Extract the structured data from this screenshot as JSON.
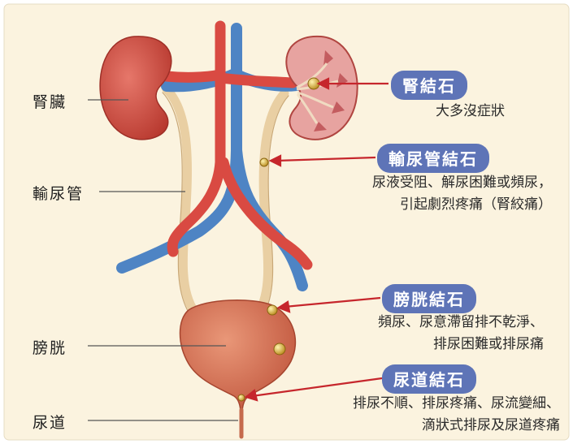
{
  "labels": {
    "kidney": "腎臟",
    "ureter": "輸尿管",
    "bladder": "膀胱",
    "urethra": "尿道"
  },
  "stones": [
    {
      "title": "腎結石",
      "lines": [
        "大多沒症狀"
      ]
    },
    {
      "title": "輸尿管結石",
      "lines": [
        "尿液受阻、解尿困難或頻尿，",
        "引起劇烈疼痛（腎絞痛）"
      ]
    },
    {
      "title": "膀胱結石",
      "lines": [
        "頻尿、尿意滯留排不乾淨、",
        "排尿困難或排尿痛"
      ]
    },
    {
      "title": "尿道結石",
      "lines": [
        "排尿不順、排尿疼痛、尿流變細、",
        "滴狀式排尿及尿道疼痛"
      ]
    }
  ],
  "colors": {
    "background": "#fbf3df",
    "artery": "#d94a42",
    "vein": "#4e84c4",
    "kidney": "#d5584b",
    "ureter": "#e9cfa3",
    "bladder": "#d77256",
    "stone": "#e8c24f",
    "pill": "#5e74b7",
    "pointer": "#c6262c",
    "leader": "#555555"
  }
}
